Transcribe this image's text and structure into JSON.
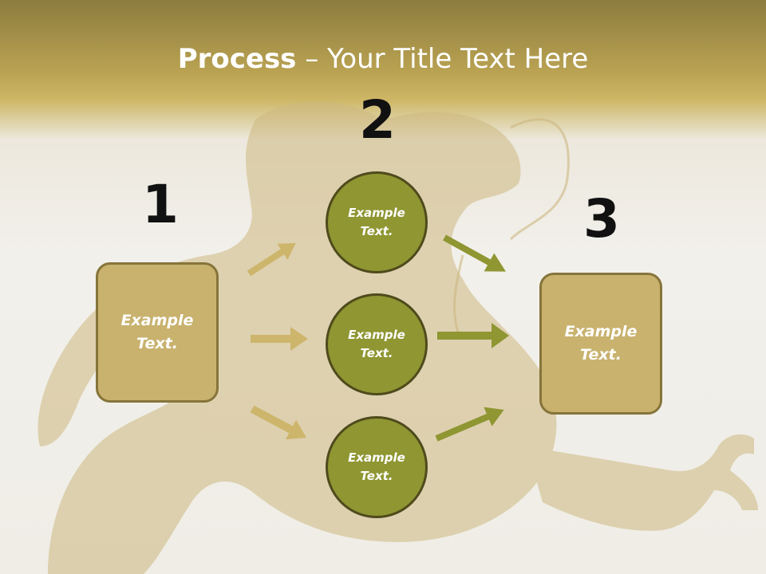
{
  "title": {
    "bold": "Process",
    "rest": " – Your Title Text Here"
  },
  "steps": [
    {
      "number": "1",
      "text": "Example Text."
    },
    {
      "number": "2",
      "text": "Example Text."
    },
    {
      "number": "3",
      "text": "Example Text."
    }
  ],
  "middle_items": [
    {
      "text": "Example Text."
    },
    {
      "text": "Example Text."
    },
    {
      "text": "Example Text."
    }
  ],
  "colors": {
    "header_gold": "#b9a252",
    "box_fill": "#c8b26e",
    "box_border": "#86743a",
    "circle_fill": "#8f9632",
    "circle_border": "#4f4a1c",
    "arrow_left": "#cdb56b",
    "arrow_right": "#8f9632"
  }
}
